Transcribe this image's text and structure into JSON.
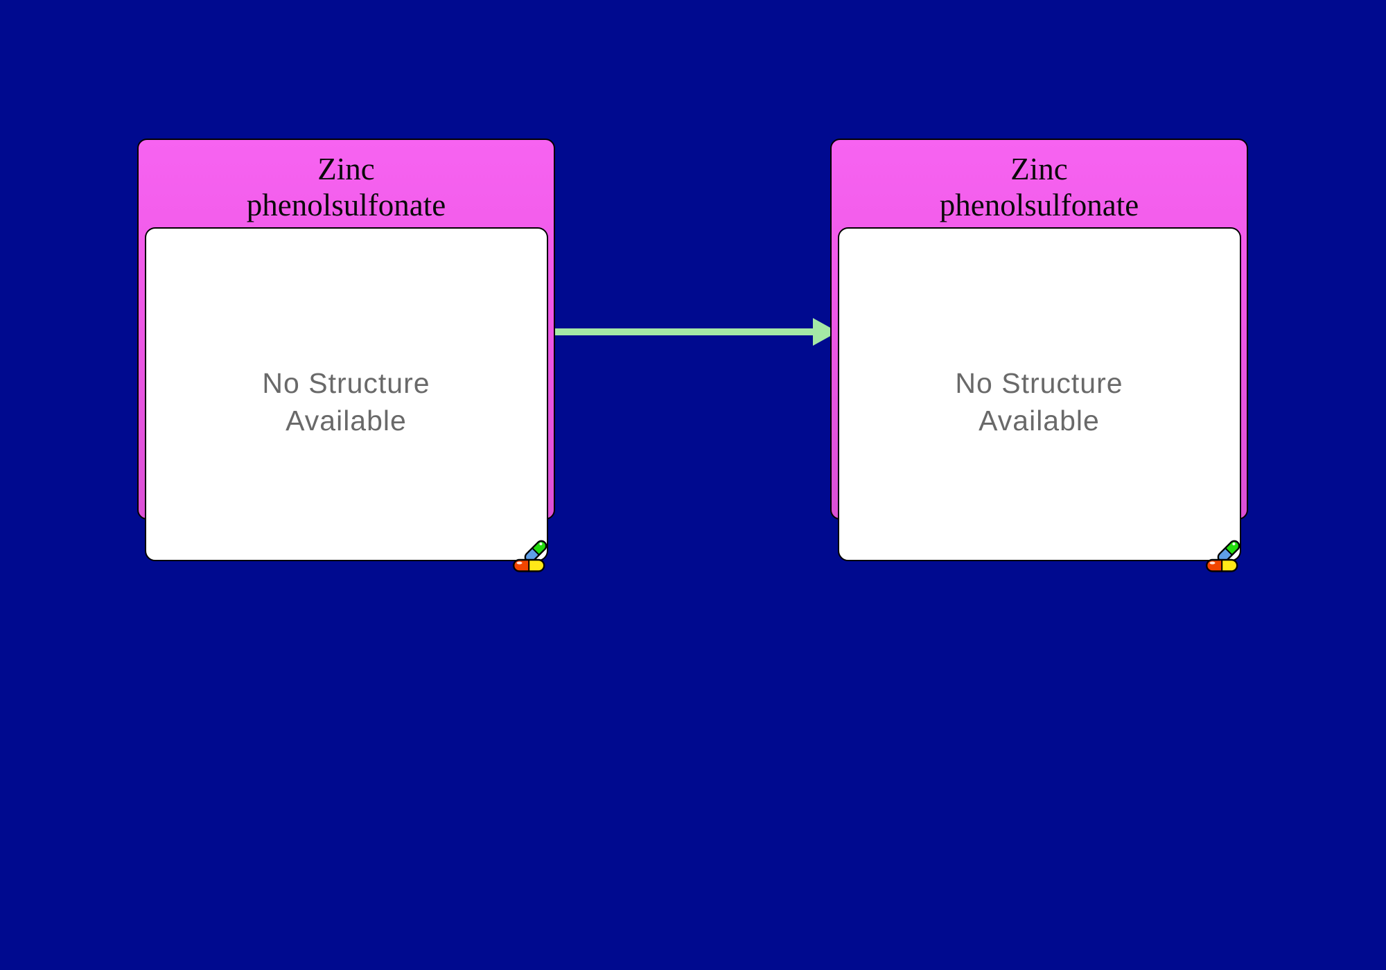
{
  "colors": {
    "bg": "#000A8F",
    "node-top": "#F763F1",
    "node-mid": "#EE58E6",
    "node-bottom": "#DC50D6",
    "node-border": "#000000",
    "panel-fill": "#FFFFFF",
    "title-text": "#0A0A0A",
    "placeholder-text": "#696969",
    "arrow": "#A5E8A5",
    "pill-green": "#23DC0E",
    "pill-blue": "#5F9FE8",
    "pill-orange": "#F24500",
    "pill-yellow": "#FFE818"
  },
  "nodes": [
    {
      "title_lines": [
        "Zinc",
        "phenolsulfonate"
      ],
      "body_lines": [
        "No Structure",
        "Available"
      ],
      "badge_icon": "drug-pills-icon"
    },
    {
      "title_lines": [
        "Zinc",
        "phenolsulfonate"
      ],
      "body_lines": [
        "No Structure",
        "Available"
      ],
      "badge_icon": "drug-pills-icon"
    }
  ],
  "edge": {
    "from_node": 0,
    "to_node": 1,
    "direction": "left-to-right"
  }
}
